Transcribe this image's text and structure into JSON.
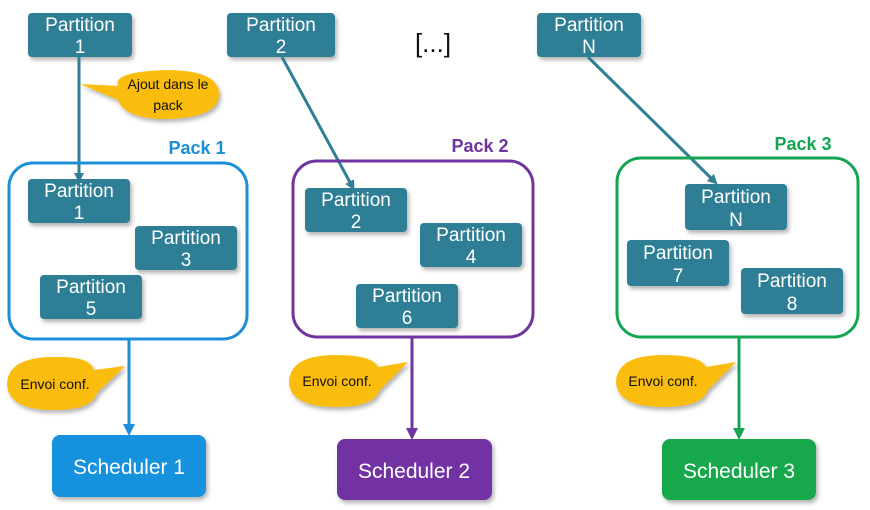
{
  "top_partitions": [
    {
      "line1": "Partition",
      "line2": "1"
    },
    {
      "line1": "Partition",
      "line2": "2"
    },
    {
      "line1": "Partition",
      "line2": "N"
    }
  ],
  "ellipsis": "[...]",
  "add_callout": {
    "line1": "Ajout dans le",
    "line2": "pack"
  },
  "packs": [
    {
      "title": "Pack 1",
      "color": "#1c8fd6",
      "partitions": [
        {
          "line1": "Partition",
          "line2": "1"
        },
        {
          "line1": "Partition",
          "line2": "3"
        },
        {
          "line1": "Partition",
          "line2": "5"
        }
      ],
      "send_callout": "Envoi conf.",
      "scheduler": "Scheduler 1",
      "scheduler_color": "#1591dd"
    },
    {
      "title": "Pack 2",
      "color": "#6e34a0",
      "partitions": [
        {
          "line1": "Partition",
          "line2": "2"
        },
        {
          "line1": "Partition",
          "line2": "4"
        },
        {
          "line1": "Partition",
          "line2": "6"
        }
      ],
      "send_callout": "Envoi conf.",
      "scheduler": "Scheduler 2",
      "scheduler_color": "#7232a3"
    },
    {
      "title": "Pack 3",
      "color": "#15a552",
      "partitions": [
        {
          "line1": "Partition",
          "line2": "N"
        },
        {
          "line1": "Partition",
          "line2": "7"
        },
        {
          "line1": "Partition",
          "line2": "8"
        }
      ],
      "send_callout": "Envoi conf.",
      "scheduler": "Scheduler 3",
      "scheduler_color": "#13a84c"
    }
  ],
  "colors": {
    "partition_fill": "#2f7f95",
    "arrow_teal": "#2f7f95",
    "callout_fill": "#fbbd0a"
  }
}
